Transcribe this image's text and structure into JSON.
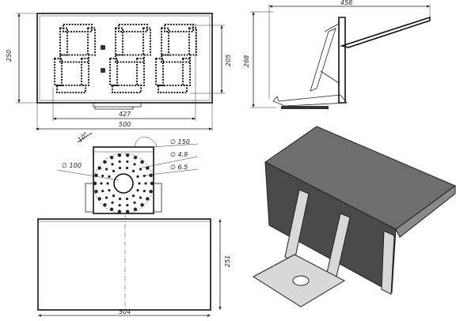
{
  "front_view": {
    "height_label": "250",
    "digit_height_label": "205",
    "digits_width_label": "427",
    "width_label": "500",
    "digit_count": 3
  },
  "side_view": {
    "depth_label": "458",
    "height_label": "268"
  },
  "bracket_view": {
    "angle_label": "10°",
    "d150_label": "∅ 150",
    "d100_label": "∅ 100",
    "d49_label": "∅ 4.9",
    "d65_label": "∅ 6.5"
  },
  "top_view": {
    "height_label": "251",
    "width_label": "504"
  },
  "colors": {
    "line": "#222222",
    "panel_dark": "#4a4a4a",
    "panel_top": "#6e6e6e",
    "panel_light": "#d8d8d8"
  }
}
